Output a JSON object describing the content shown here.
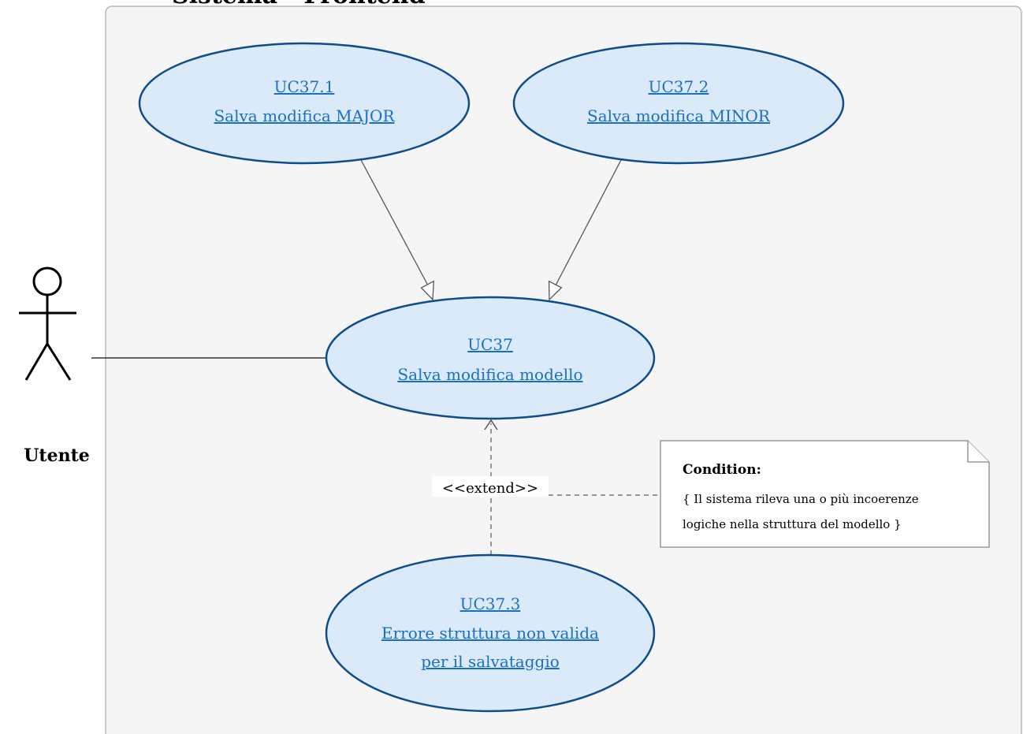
{
  "boundary": {
    "title": "Sistema - Frontend"
  },
  "actor": {
    "label": "Utente"
  },
  "use_cases": [
    {
      "id": "UC37.1",
      "lines": [
        "UC37.1",
        "Salva modifica MAJOR"
      ]
    },
    {
      "id": "UC37.2",
      "lines": [
        "UC37.2",
        "Salva modifica MINOR"
      ]
    },
    {
      "id": "UC37",
      "lines": [
        "UC37",
        "Salva modifica modello"
      ]
    },
    {
      "id": "UC37.3",
      "lines": [
        "UC37.3",
        "Errore struttura non valida",
        "per il salvataggio"
      ]
    }
  ],
  "extend": {
    "label": "<<extend>>"
  },
  "note": {
    "title": "Condition:",
    "lines": [
      "{ Il sistema rileva una o più incoerenze",
      "logiche nella struttura del modello }"
    ]
  },
  "colors": {
    "use_case_fill": "#daeaf8",
    "use_case_stroke": "#0f4c8c",
    "link_text": "#1a6fc4",
    "boundary_fill": "#f5f5f5"
  }
}
